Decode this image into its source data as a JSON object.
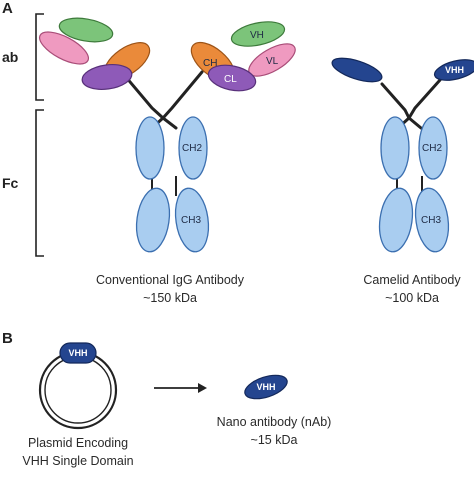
{
  "panels": {
    "a": "A",
    "b": "B"
  },
  "brackets": {
    "fab": "ab",
    "fc": "Fc"
  },
  "igg": {
    "labels": {
      "vh": "VH",
      "vl": "VL",
      "ch": "CH",
      "cl": "CL",
      "ch2": "CH2",
      "ch3": "CH3"
    },
    "caption_line1": "Conventional IgG Antibody",
    "caption_line2": "~150 kDa"
  },
  "camelid": {
    "labels": {
      "vhh": "VHH",
      "ch2": "CH2",
      "ch3": "CH3"
    },
    "caption_line1": "Camelid Antibody",
    "caption_line2": "~100 kDa"
  },
  "plasmid": {
    "label": "VHH",
    "caption_line1": "Plasmid Encoding",
    "caption_line2": "VHH Single Domain"
  },
  "nanobody": {
    "label": "VHH",
    "caption_line1": "Nano antibody (nAb)",
    "caption_line2": "~15 kDa"
  },
  "colors": {
    "heavy_fill": "#a9cdf0",
    "heavy_stroke": "#3b6fb0",
    "variable_green": "#7cc47a",
    "variable_pink": "#ef9ac0",
    "constant_orange": "#ea8a3a",
    "constant_purple": "#8e5ab8",
    "vhh_navy": "#24458f"
  }
}
